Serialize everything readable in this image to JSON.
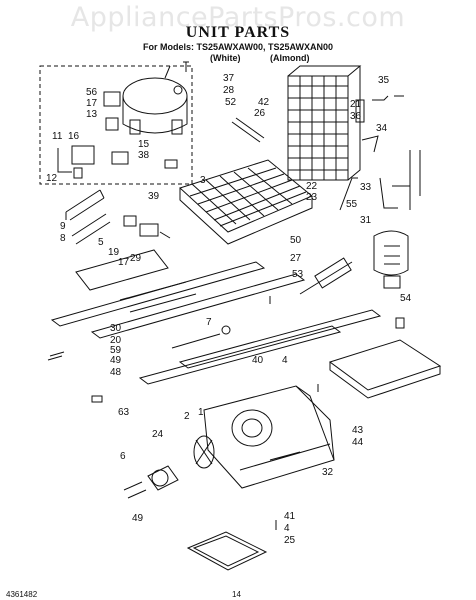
{
  "watermark": "AppliancePartsPros.com",
  "title": "UNIT PARTS",
  "models_line": "For Models: TS25AWXAW00, TS25AWXAN00",
  "variant_white": "(White)",
  "variant_almond": "(Almond)",
  "footer_code": "4361482",
  "page_number": "14",
  "callouts": [
    {
      "id": "37",
      "text": "37"
    },
    {
      "id": "28",
      "text": "28"
    },
    {
      "id": "52",
      "text": "52"
    },
    {
      "id": "56",
      "text": "56"
    },
    {
      "id": "17a",
      "text": "17"
    },
    {
      "id": "13",
      "text": "13"
    },
    {
      "id": "15",
      "text": "15"
    },
    {
      "id": "38",
      "text": "38"
    },
    {
      "id": "11",
      "text": "11"
    },
    {
      "id": "16",
      "text": "16"
    },
    {
      "id": "12",
      "text": "12"
    },
    {
      "id": "42",
      "text": "42"
    },
    {
      "id": "26",
      "text": "26"
    },
    {
      "id": "35",
      "text": "35"
    },
    {
      "id": "21",
      "text": "21"
    },
    {
      "id": "36",
      "text": "36"
    },
    {
      "id": "34",
      "text": "34"
    },
    {
      "id": "3",
      "text": "3"
    },
    {
      "id": "22",
      "text": "22"
    },
    {
      "id": "23",
      "text": "23"
    },
    {
      "id": "33",
      "text": "33"
    },
    {
      "id": "39",
      "text": "39"
    },
    {
      "id": "55",
      "text": "55"
    },
    {
      "id": "31",
      "text": "31"
    },
    {
      "id": "9",
      "text": "9"
    },
    {
      "id": "8",
      "text": "8"
    },
    {
      "id": "5",
      "text": "5"
    },
    {
      "id": "19",
      "text": "19"
    },
    {
      "id": "17b",
      "text": "17"
    },
    {
      "id": "29",
      "text": "29"
    },
    {
      "id": "50",
      "text": "50"
    },
    {
      "id": "27",
      "text": "27"
    },
    {
      "id": "53",
      "text": "53"
    },
    {
      "id": "54",
      "text": "54"
    },
    {
      "id": "7",
      "text": "7"
    },
    {
      "id": "30",
      "text": "30"
    },
    {
      "id": "20",
      "text": "20"
    },
    {
      "id": "59",
      "text": "59"
    },
    {
      "id": "49a",
      "text": "49"
    },
    {
      "id": "48",
      "text": "48"
    },
    {
      "id": "40",
      "text": "40"
    },
    {
      "id": "4a",
      "text": "4"
    },
    {
      "id": "63",
      "text": "63"
    },
    {
      "id": "2",
      "text": "2"
    },
    {
      "id": "1",
      "text": "1"
    },
    {
      "id": "43",
      "text": "43"
    },
    {
      "id": "44",
      "text": "44"
    },
    {
      "id": "32",
      "text": "32"
    },
    {
      "id": "24",
      "text": "24"
    },
    {
      "id": "6",
      "text": "6"
    },
    {
      "id": "49b",
      "text": "49"
    },
    {
      "id": "41",
      "text": "41"
    },
    {
      "id": "4b",
      "text": "4"
    },
    {
      "id": "25",
      "text": "25"
    }
  ]
}
